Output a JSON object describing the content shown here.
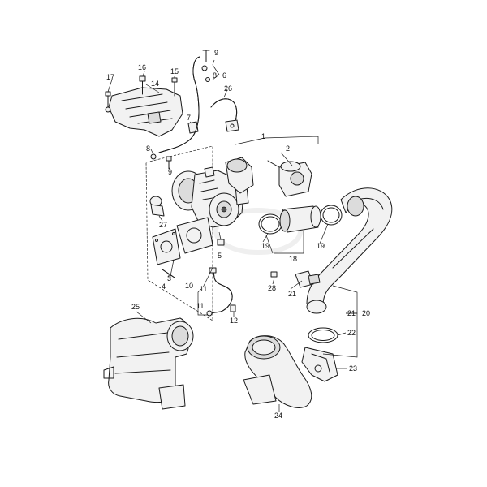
{
  "callouts": {
    "c1": "1",
    "c2": "2",
    "c3": "3",
    "c4": "4",
    "c5": "5",
    "c6": "6",
    "c7": "7",
    "c8a": "8",
    "c8b": "8",
    "c9a": "9",
    "c9b": "9",
    "c10": "10",
    "c11a": "11",
    "c11b": "11",
    "c12": "12",
    "c14": "14",
    "c15": "15",
    "c16": "16",
    "c17": "17",
    "c18": "18",
    "c19a": "19",
    "c19b": "19",
    "c20": "20",
    "c21a": "21",
    "c21b": "21",
    "c22": "22",
    "c23": "23",
    "c24": "24",
    "c25": "25",
    "c26": "26",
    "c27": "27",
    "c28": "28"
  }
}
